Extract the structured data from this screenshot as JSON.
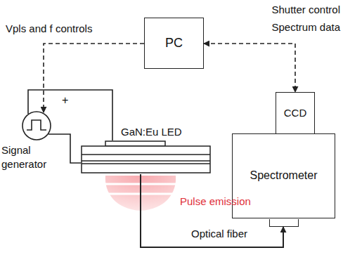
{
  "diagram": {
    "nodes": [
      {
        "text": [
          "PC"
        ]
      },
      {
        "text": [
          "CCD"
        ]
      },
      {
        "text": [
          "Spectrometer"
        ]
      },
      {
        "text": [
          "Signal generator"
        ]
      },
      {
        "text": [
          "GaN:Eu LED"
        ]
      }
    ],
    "edges": [
      {
        "from": 0,
        "to": 3,
        "arrow": "to",
        "label": "Vpls and f controls"
      },
      {
        "from": 0,
        "to": 1,
        "arrow": "both",
        "label": "Shutter control Spectrum data"
      },
      {
        "from": 3,
        "to": 4,
        "arrow": "none"
      },
      {
        "from": 3,
        "to": 4,
        "arrow": "none"
      },
      {
        "from": 4,
        "to": 2,
        "arrow": "to",
        "label": "Optical fiber"
      }
    ],
    "labels": [
      "+",
      "Pulse emission"
    ]
  }
}
